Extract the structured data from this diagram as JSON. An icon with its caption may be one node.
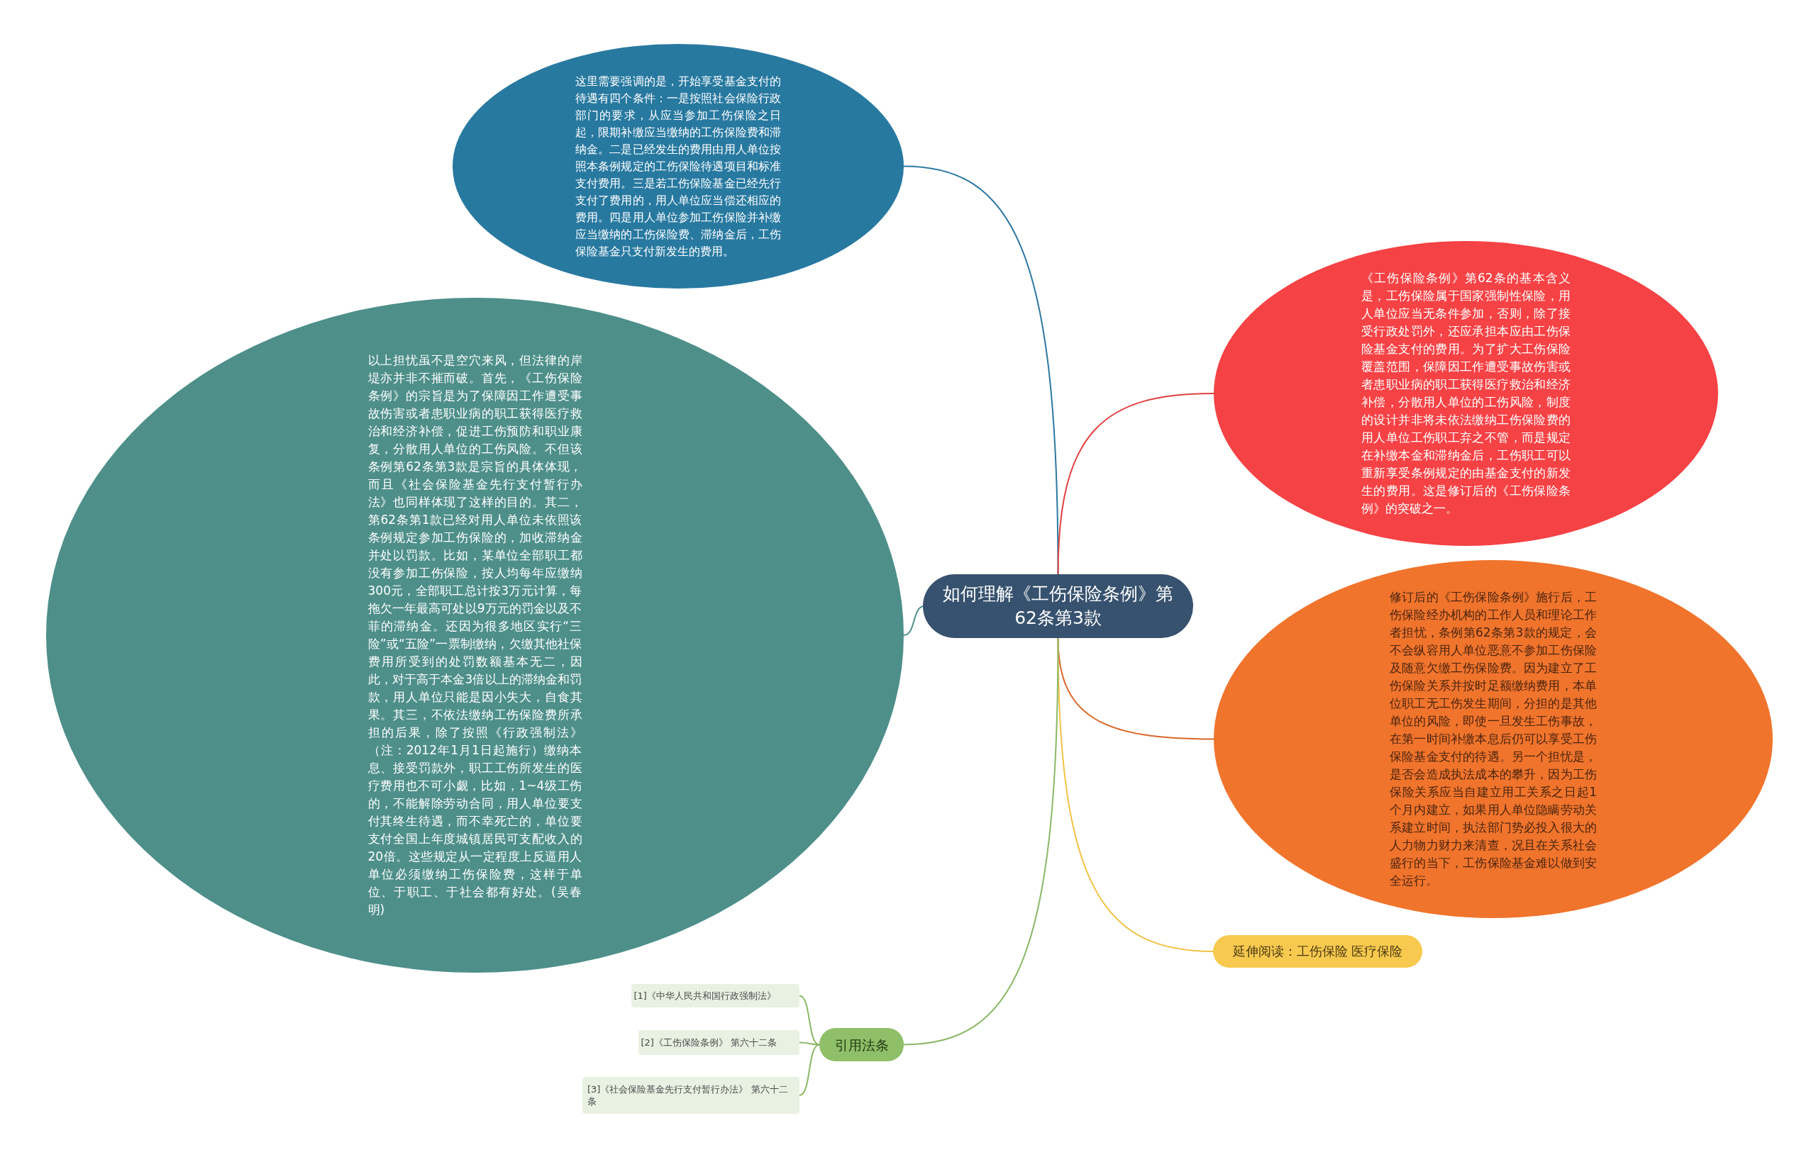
{
  "diagram": {
    "nodes": [
      {
        "text": [
          "如何理解《工伤保险条例》第62条第3款"
        ]
      },
      {
        "text": [
          "这里需要强调的是，开始享受基金支付的待遇有四个条件：一是按照社会保险行政部门的要求，从应当参加工伤保险之日起，限期补缴应当缴纳的工伤保险费和滞纳金。二是已经发生的费用由用人单位按照本条例规定的工伤保险待遇项目和标准支付费用。三是若工伤保险基金已经先行支付了费用的，用人单位应当偿还相应的费用。四是用人单位参加工伤保险并补缴应当缴纳的工伤保险费、滞纳金后，工伤保险基金只支付新发生的费用。"
        ]
      },
      {
        "text": [
          "以上担忧虽不是空穴来风，但法律的岸堤亦并非不摧而破。首先，《工伤保险条例》的宗旨是为了保障因工作遭受事故伤害或者患职业病的职工获得医疗救治和经济补偿，促进工伤预防和职业康复，分散用人单位的工伤风险。不但该条例第62条第3款是宗旨的具体体现，而且《社会保险基金先行支付暂行办法》也同样体现了这样的目的。其二，第62条第1款已经对用人单位未依照该条例规定参加工伤保险的，加收滞纳金并处以罚款。比如，某单位全部职工都没有参加工伤保险，按人均每年应缴纳300元，全部职工总计按3万元计算，每拖欠一年最高可处以9万元的罚金以及不菲的滞纳金。还因为很多地区实行“三险”或“五险”一票制缴纳，欠缴其他社保费用所受到的处罚数额基本无二，因此，对于高于本金3倍以上的滞纳金和罚款，用人单位只能是因小失大，自食其果。其三，不依法缴纳工伤保险费所承担的后果，除了按照《行政强制法》（注：2012年1月1日起施行）缴纳本息、接受罚款外，职工工伤所发生的医疗费用也不可小觑，比如，1~4级工伤的，不能解除劳动合同，用人单位要支付其终生待遇，而不幸死亡的，单位要支付全国上年度城镇居民可支配收入的20倍。这些规定从一定程度上反逼用人单位必须缴纳工伤保险费，这样于单位、于职工、于社会都有好处。(吴春明)"
        ]
      },
      {
        "text": [
          "《工伤保险条例》第62条的基本含义是，工伤保险属于国家强制性保险，用人单位应当无条件参加，否则，除了接受行政处罚外，还应承担本应由工伤保险基金支付的费用。为了扩大工伤保险覆盖范围，保障因工作遭受事故伤害或者患职业病的职工获得医疗救治和经济补偿，分散用人单位的工伤风险，制度的设计并非将未依法缴纳工伤保险费的用人单位工伤职工弃之不管，而是规定在补缴本金和滞纳金后，工伤职工可以重新享受条例规定的由基金支付的新发生的费用。这是修订后的《工伤保险条例》的突破之一。"
        ]
      },
      {
        "text": [
          "修订后的《工伤保险条例》施行后，工伤保险经办机构的工作人员和理论工作者担忧，条例第62条第3款的规定，会不会纵容用人单位恶意不参加工伤保险及随意欠缴工伤保险费。因为建立了工伤保险关系并按时足额缴纳费用，本单位职工无工伤发生期间，分担的是其他单位的风险，即使一旦发生工伤事故，在第一时间补缴本息后仍可以享受工伤保险基金支付的待遇。另一个担忧是，是否会造成执法成本的攀升，因为工伤保险关系应当自建立用工关系之日起1个月内建立，如果用人单位隐瞒劳动关系建立时间，执法部门势必投入很大的人力物力财力来清查，况且在关系社会盛行的当下，工伤保险基金难以做到安全运行。"
        ]
      },
      {
        "text": [
          "延伸阅读：工伤保险 医疗保险"
        ]
      },
      {
        "text": [
          "引用法条"
        ]
      },
      {
        "text": [
          "[1]《中华人民共和国行政强制法》"
        ]
      },
      {
        "text": [
          "[2]《工伤保险条例》 第六十二条"
        ]
      },
      {
        "text": [
          "[3]《社会保险基金先行支付暂行办法》 第六十二条"
        ]
      }
    ],
    "edges": [
      {
        "from": 0,
        "to": 1,
        "arrow": "none",
        "color": "#2d78a0"
      },
      {
        "from": 0,
        "to": 2,
        "arrow": "none",
        "color": "#4e8f8a"
      },
      {
        "from": 0,
        "to": 3,
        "arrow": "none",
        "color": "#e0403f"
      },
      {
        "from": 0,
        "to": 4,
        "arrow": "none",
        "color": "#d9682a"
      },
      {
        "from": 0,
        "to": 5,
        "arrow": "none",
        "color": "#f0c348"
      },
      {
        "from": 0,
        "to": 6,
        "arrow": "none",
        "color": "#8bb866"
      },
      {
        "from": 6,
        "to": 7,
        "arrow": "none",
        "color": "#8bb866"
      },
      {
        "from": 6,
        "to": 8,
        "arrow": "none",
        "color": "#8bb866"
      },
      {
        "from": 6,
        "to": 9,
        "arrow": "none",
        "color": "#8bb866"
      }
    ]
  }
}
